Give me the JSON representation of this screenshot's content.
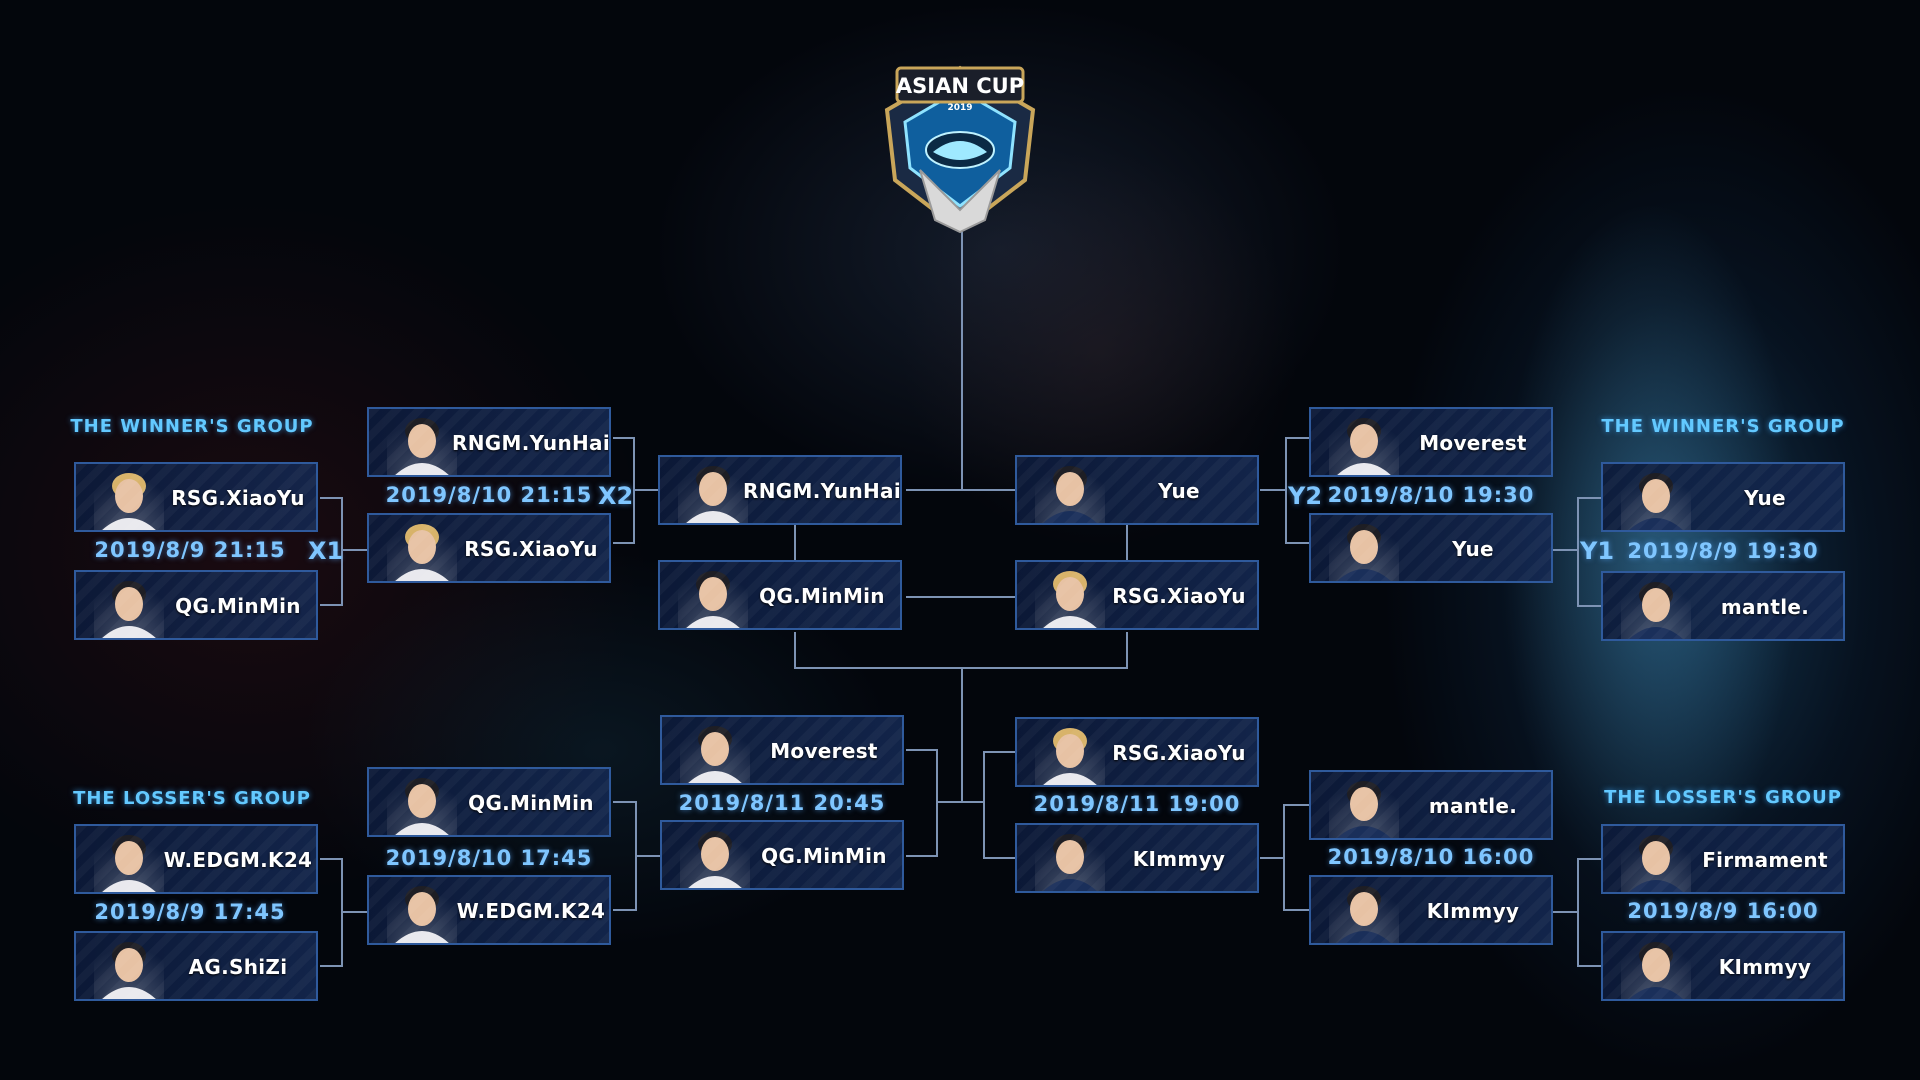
{
  "logo": {
    "top_text": "ASIAN CUP",
    "sub_text": "2019"
  },
  "left": {
    "winners_title": "THE WINNER'S GROUP",
    "losers_title": "THE LOSSER'S GROUP"
  },
  "right": {
    "winners_title": "THE WINNER'S GROUP",
    "losers_title": "THE LOSSER'S GROUP"
  },
  "cards": {
    "lw1a": "RSG.XiaoYu",
    "lw1b": "QG.MinMin",
    "lw2a": "RNGM.YunHai",
    "lw2b": "RSG.XiaoYu",
    "cw1a": "RNGM.YunHai",
    "cw1b": "QG.MinMin",
    "rw2a": "Moverest",
    "rw2b": "Yue",
    "rw1a": "Yue",
    "rw1b": "mantle.",
    "cw2a": "Yue",
    "cw2b": "RSG.XiaoYu",
    "ll1a": "W.EDGM.K24",
    "ll1b": "AG.ShiZi",
    "ll2a": "QG.MinMin",
    "ll2b": "W.EDGM.K24",
    "cl1a": "Moverest",
    "cl1b": "QG.MinMin",
    "cl2a": "RSG.XiaoYu",
    "cl2b": "KImmyy",
    "rl2a": "mantle.",
    "rl2b": "KImmyy",
    "rl1a": "Firmament",
    "rl1b": "KImmyy"
  },
  "dates": {
    "lw1": "2019/8/9  21:15",
    "lw2": "2019/8/10  21:15",
    "rw2": "2019/8/10  19:30",
    "rw1": "2019/8/9  19:30",
    "ll1": "2019/8/9  17:45",
    "ll2": "2019/8/10  17:45",
    "cl1": "2019/8/11  20:45",
    "cl2": "2019/8/11  19:00",
    "rl2": "2019/8/10  16:00",
    "rl1": "2019/8/9  16:00"
  },
  "codes": {
    "x1": "X1",
    "x2": "X2",
    "y2": "Y2",
    "y1": "Y1"
  },
  "colors": {
    "accent": "#7fc6ff",
    "title": "#63c9ff",
    "card_border": "#2f5a9c",
    "line": "#7d93b4"
  }
}
